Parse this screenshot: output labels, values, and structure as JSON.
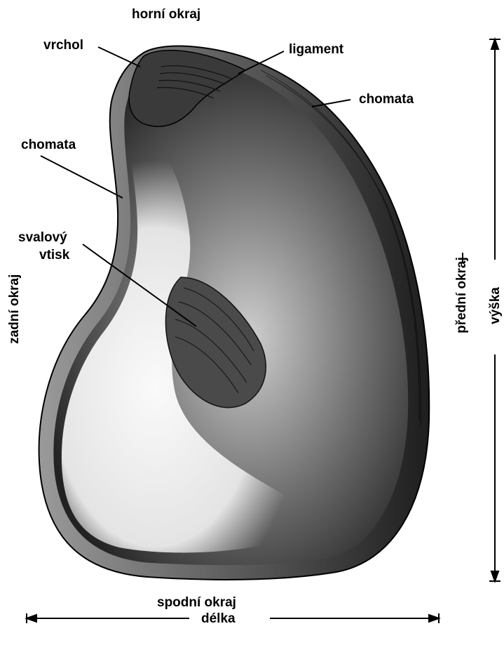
{
  "labels": {
    "top_edge": "horní okraj",
    "umbo": "vrchol",
    "ligament": "ligament",
    "teeth_right": "chomata",
    "teeth_left": "chomata",
    "muscle_scar_line1": "svalový",
    "muscle_scar_line2": "vtisk",
    "posterior_edge": "zadní okraj",
    "anterior_edge": "přední okraj",
    "height": "výška",
    "bottom_edge": "spodní okraj",
    "length": "délka"
  },
  "colors": {
    "ink": "#000000",
    "shell_dark": "#2a2a2a",
    "shell_mid": "#8a8a8a",
    "shell_light": "#f2f2f2"
  }
}
